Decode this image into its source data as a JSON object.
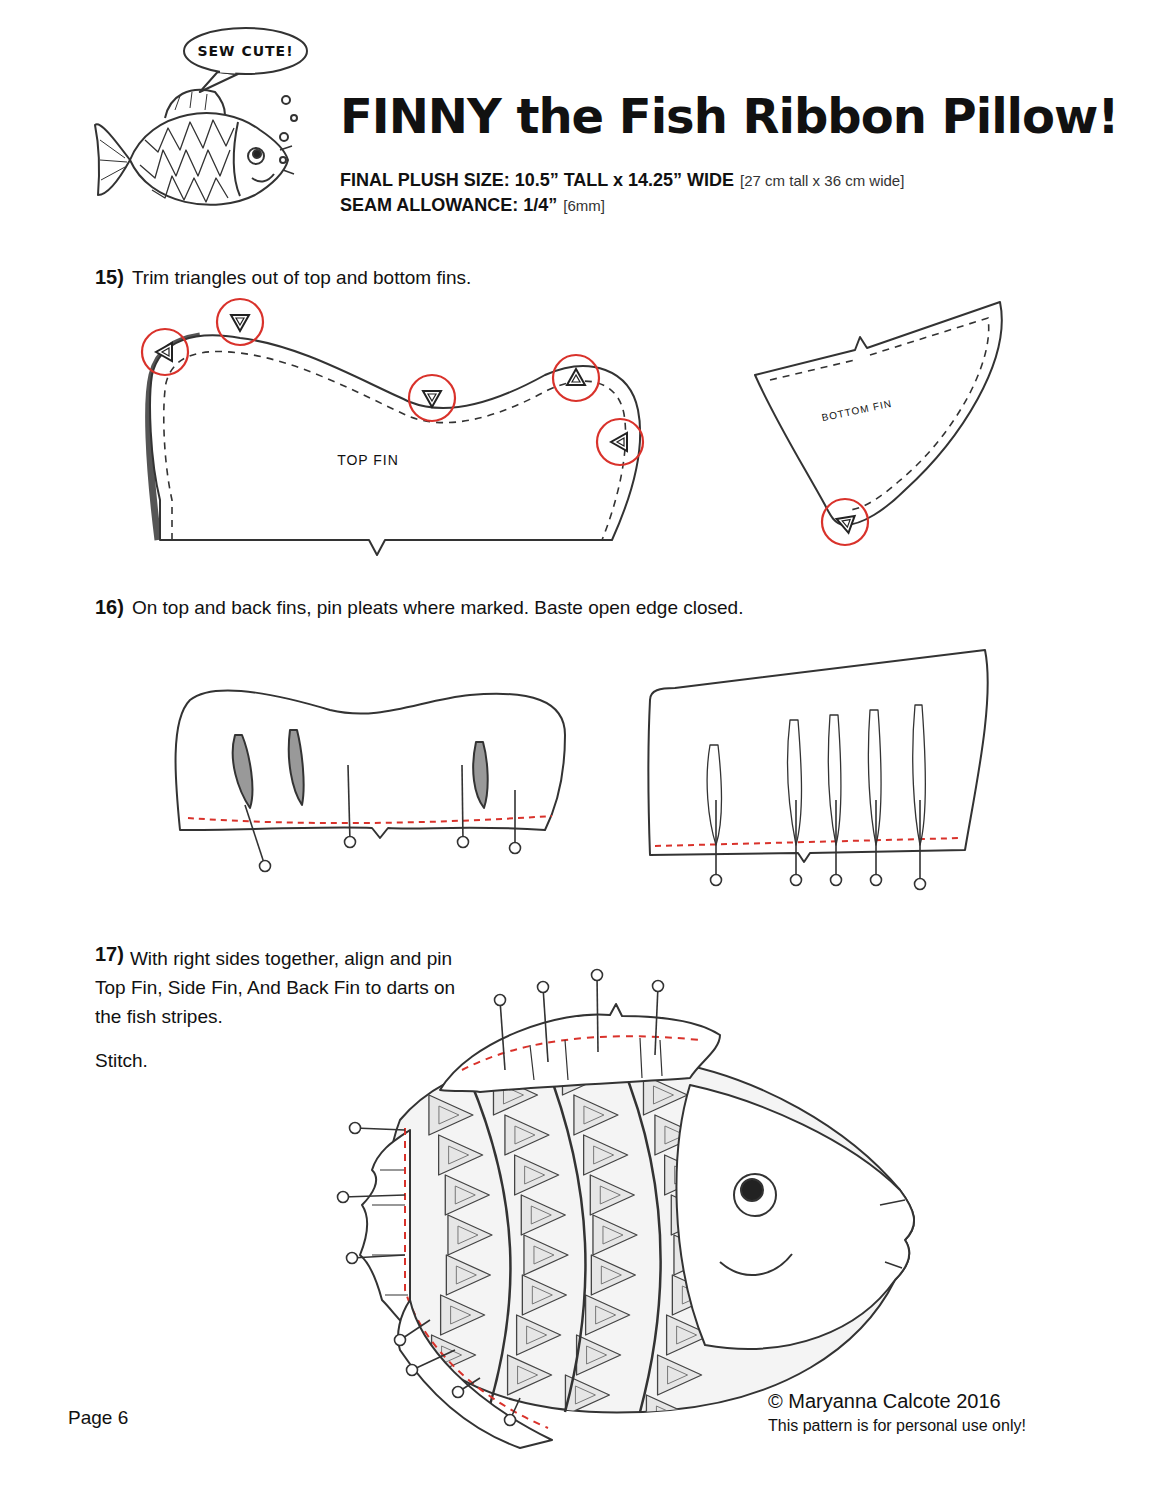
{
  "diagram": {
    "title": "FINNY the Fish Ribbon Pillow!",
    "nodes": [
      {
        "text": [
          "SEW CUTE!"
        ]
      },
      {
        "text": [
          "TOP FIN"
        ]
      },
      {
        "text": [
          "BOTTOM FIN"
        ]
      }
    ],
    "labels": [
      "FINAL PLUSH SIZE: 10.5” TALL x 14.25” WIDE",
      "[27 cm tall x 36 cm wide]",
      "SEAM ALLOWANCE: 1/4”",
      "[6mm]",
      "15)",
      "Trim triangles out of top and bottom fins.",
      "16)",
      "On top and back fins, pin pleats where marked. Baste open edge closed.",
      "17)",
      "With right sides together, align and pin Top Fin, Side Fin, And Back Fin to darts on the fish stripes.",
      "Stitch.",
      "Page 6",
      "© Maryanna Calcote 2016",
      "This pattern is for personal use only!"
    ]
  }
}
